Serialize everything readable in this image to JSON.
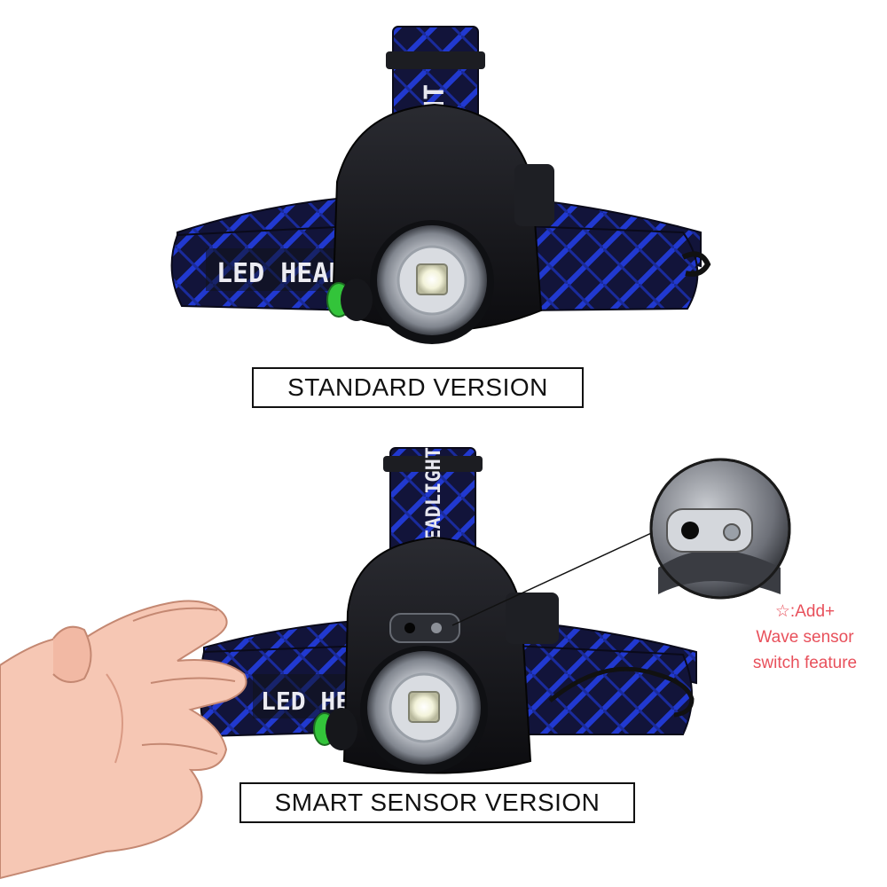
{
  "captions": {
    "standard": "STANDARD VERSION",
    "smart": "SMART SENSOR VERSION"
  },
  "strap_text": {
    "front_top": "LED HEAD",
    "side_top": "LIGHT",
    "front_bottom": "LED HEAD",
    "side_bottom": "LED HEADLIGHT"
  },
  "feature_note": {
    "line1": "☆:Add+",
    "line2": "Wave sensor",
    "line3": "switch feature"
  },
  "colors": {
    "strap_blue": "#1b2fb5",
    "strap_dark": "#0d0f2e",
    "housing": "#15161a",
    "lens_silver": "#c9ccd2",
    "led_warm": "#fbfbe6",
    "button_green": "#33c43a",
    "note_red": "#e8505b",
    "skin": "#f6c7b4"
  },
  "icons": [
    "hand-icon",
    "sensor-callout-icon",
    "star-icon"
  ]
}
